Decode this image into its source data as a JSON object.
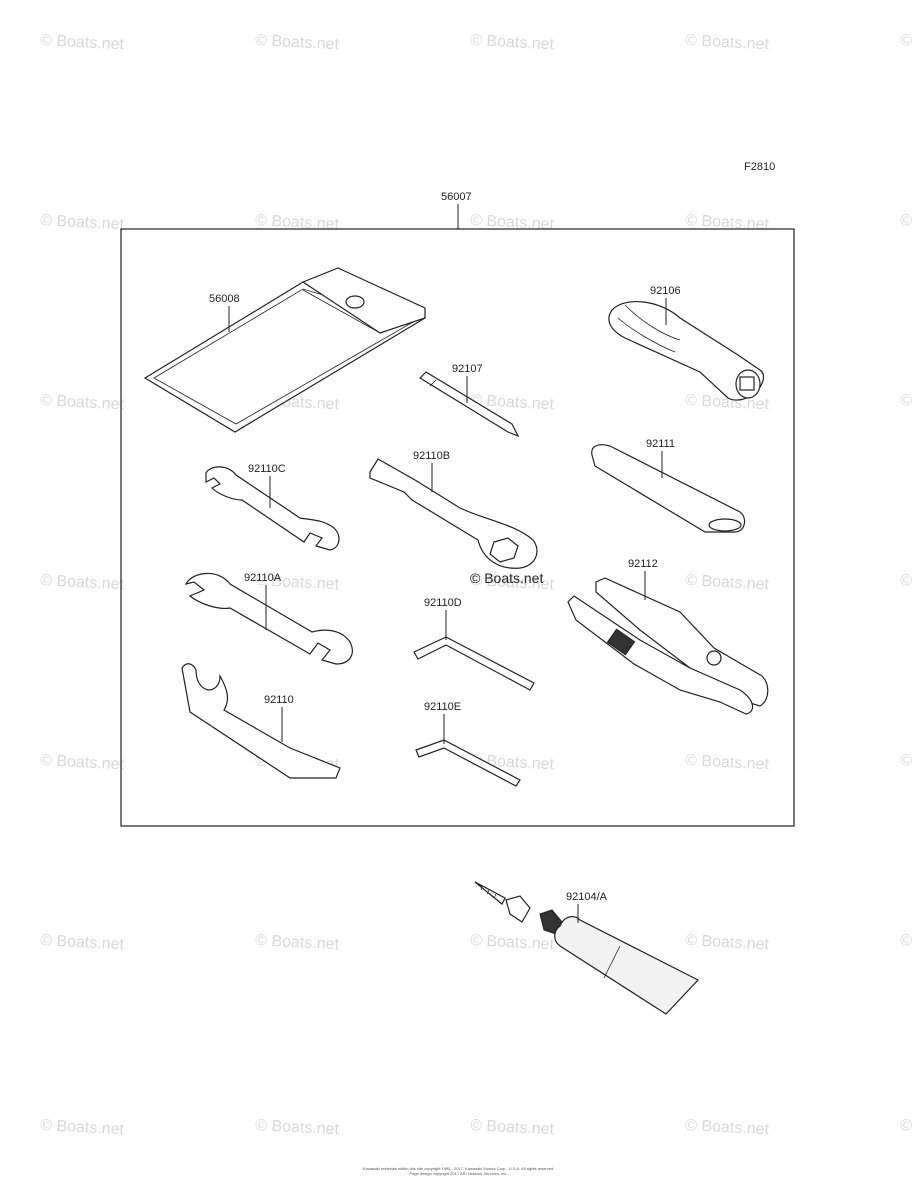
{
  "figure_code": "F2810",
  "watermark_text": "© Boats.net",
  "watermark_center_text": "© Boats.net",
  "parts": {
    "kit": "56007",
    "pouch": "56008",
    "driver_handle": "92106",
    "screwdriver_bit": "92107",
    "ring_wrench": "92110B",
    "handle_bar": "92111",
    "wrench_small": "92110C",
    "wrench_large": "92110A",
    "pliers": "92112",
    "hex_key_d": "92110D",
    "hook_spanner": "92110",
    "hex_key_e": "92110E",
    "grease_tube": "92104/A"
  },
  "footer_lines": [
    "Kawasaki materials within this site copyright 1998 - 2017, Kawasaki Motors Corp., U.S.A. All rights reserved.",
    "Page design copyright 2017 ARI Network Services, Inc."
  ]
}
